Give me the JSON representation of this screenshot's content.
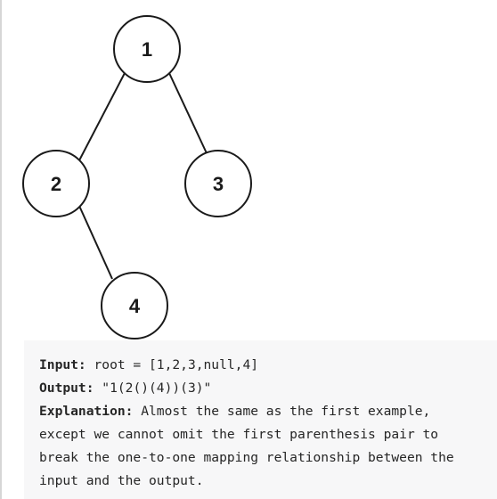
{
  "tree": {
    "nodes": [
      {
        "id": "n1",
        "label": "1"
      },
      {
        "id": "n2",
        "label": "2"
      },
      {
        "id": "n3",
        "label": "3"
      },
      {
        "id": "n4",
        "label": "4"
      }
    ]
  },
  "example": {
    "input_label": "Input:",
    "input_value": " root = [1,2,3,null,4]",
    "output_label": "Output:",
    "output_value": " \"1(2()(4))(3)\"",
    "explanation_label": "Explanation:",
    "explanation_lines": [
      " Almost the same as the first example,",
      "except we cannot omit the first parenthesis pair to",
      "break the one-to-one mapping relationship between the",
      "input and the output."
    ]
  }
}
